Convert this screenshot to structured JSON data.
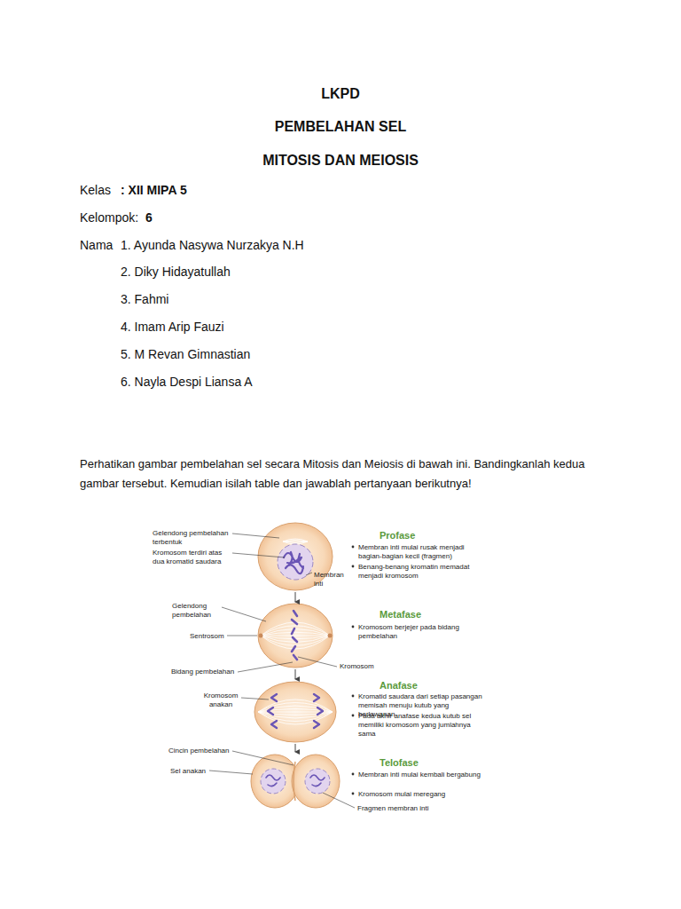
{
  "diagram": {
    "title": "LKPD",
    "labels": [
      "PEMBELAHAN SEL",
      "MITOSIS DAN MEIOSIS",
      "Kelas",
      ": XII MIPA 5",
      "Kelompok:",
      "6",
      "Nama",
      "1. Ayunda Nasywa Nurzakya N.H",
      "2. Diky Hidayatullah",
      "3. Fahmi",
      "4. Imam Arip Fauzi",
      "5. M Revan Gimnastian",
      "6. Nayla Despi Liansa A",
      "Perhatikan gambar pembelahan sel secara Mitosis dan Meiosis di bawah ini. Bandingkanlah kedua gambar tersebut. Kemudian isilah table dan jawablah pertanyaan berikutnya!",
      "Gelendong pembelahan terbentuk",
      "Kromosom terdiri atas dua kromatid saudara",
      "Membran inti",
      "Profase",
      "Membran inti mulai rusak menjadi bagian-bagian kecil (fragmen)",
      "Benang-benang kromatin memadat menjadi kromosom",
      "Gelendong pembelahan",
      "Sentrosom",
      "Metafase",
      "Kromosom berjejer pada bidang pembelahan",
      "Bidang pembelahan",
      "Kromosom",
      "Kromosom anakan",
      "Anafase",
      "Kromatid saudara dari setiap pasangan memisah menuju kutub yang berlawanan",
      "Pada akhir anafase kedua kutub sel memiliki kromosom yang jumlahnya sama",
      "Telofase",
      "Cincin pembelahan",
      "Sel anakan",
      "Membran inti mulai kembali bergabung",
      "Kromosom mulai meregang",
      "Fragmen membran inti"
    ]
  }
}
